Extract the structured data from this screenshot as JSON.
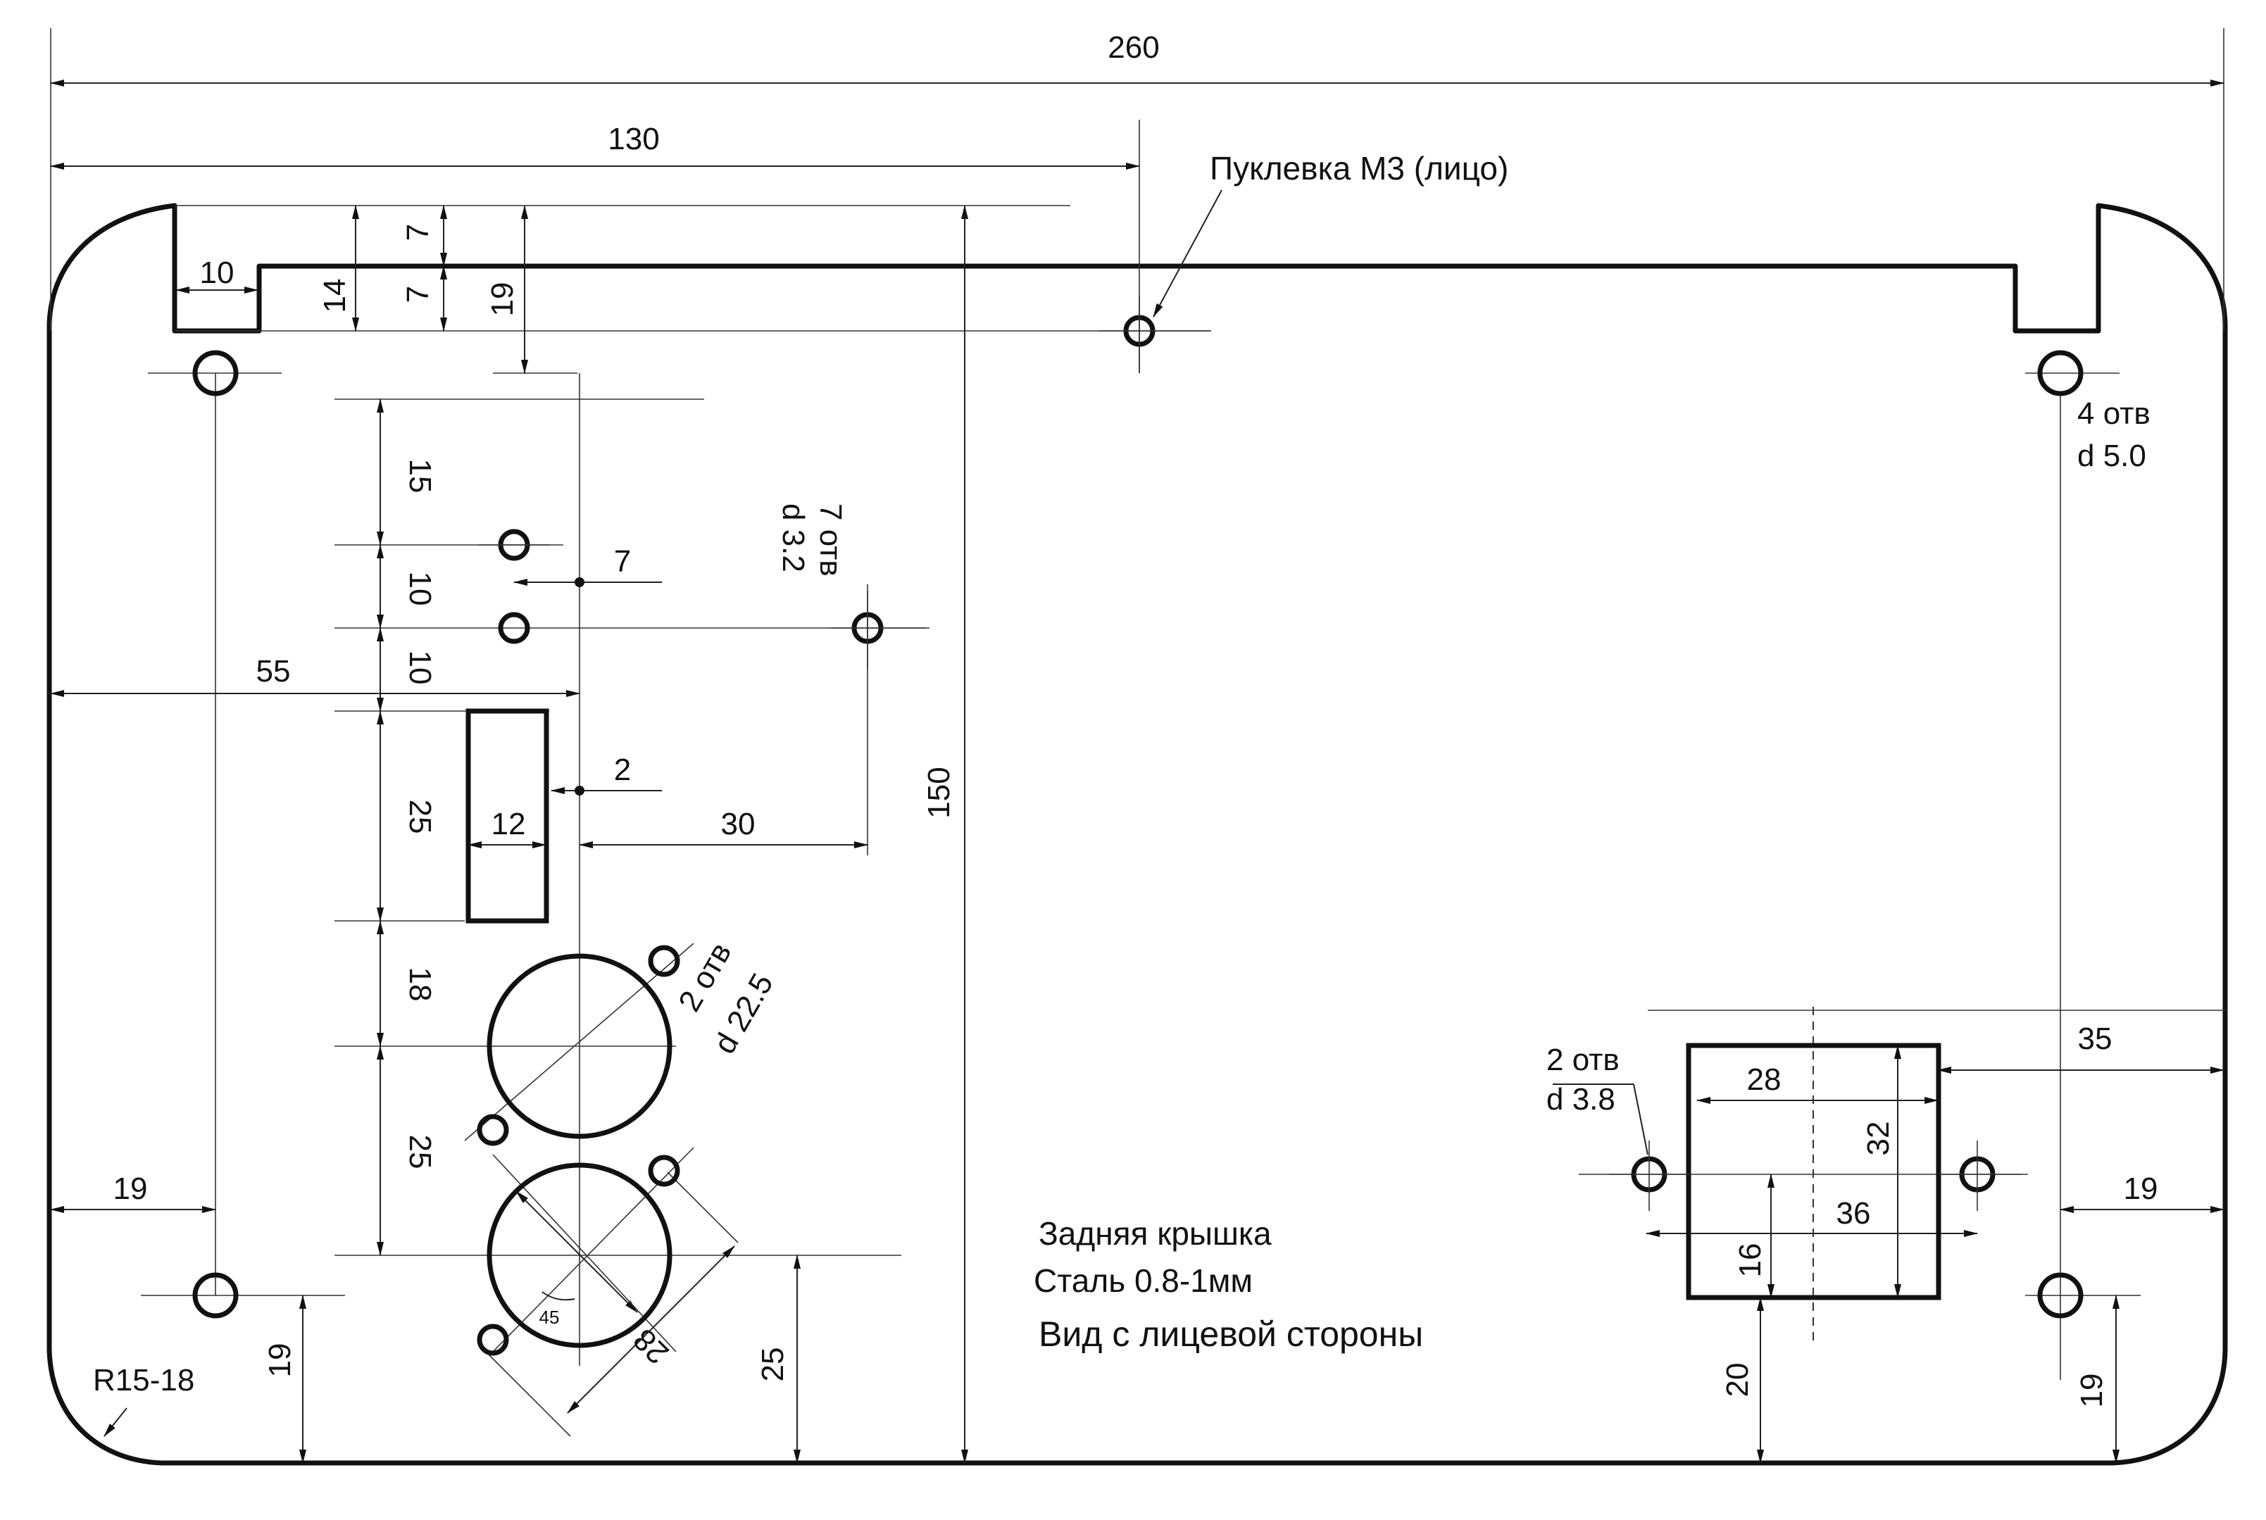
{
  "drawing": {
    "dims": {
      "total_width": "260",
      "half_width": "130",
      "notch_width": "10",
      "notch_depth": "14",
      "step_a": "7",
      "step_b": "7",
      "hole_offset_top": "19",
      "v_15": "15",
      "v_10a": "10",
      "h_7": "7",
      "v_10b": "10",
      "left_55": "55",
      "v_25a": "25",
      "rect_12": "12",
      "h_2": "2",
      "h_30": "30",
      "height_150": "150",
      "v_18": "18",
      "v_25b": "25",
      "left_19": "19",
      "bottom_19": "19",
      "diag_28": "28",
      "angle_45": "45",
      "v_25c": "25",
      "right_35": "35",
      "right_19": "19",
      "br_19": "19",
      "w_28": "28",
      "h_32": "32",
      "w_36": "36",
      "h_16": "16",
      "b_20": "20"
    },
    "labels": {
      "rivet_nut": "Пуклевка М3 (лицо)",
      "holes4_count": "4 отв",
      "holes4_d": "d 5.0",
      "holes7_count": "7 отв",
      "holes7_d": "d 3.2",
      "holes2_big_count": "2 отв",
      "holes2_big_d": "d 22.5",
      "holes2_small_count": "2 отв",
      "holes2_small_d": "d 3.8",
      "radius": "R15-18",
      "title": "Задняя крышка",
      "material": "Сталь 0.8-1мм",
      "view": "Вид с лицевой стороны"
    }
  }
}
